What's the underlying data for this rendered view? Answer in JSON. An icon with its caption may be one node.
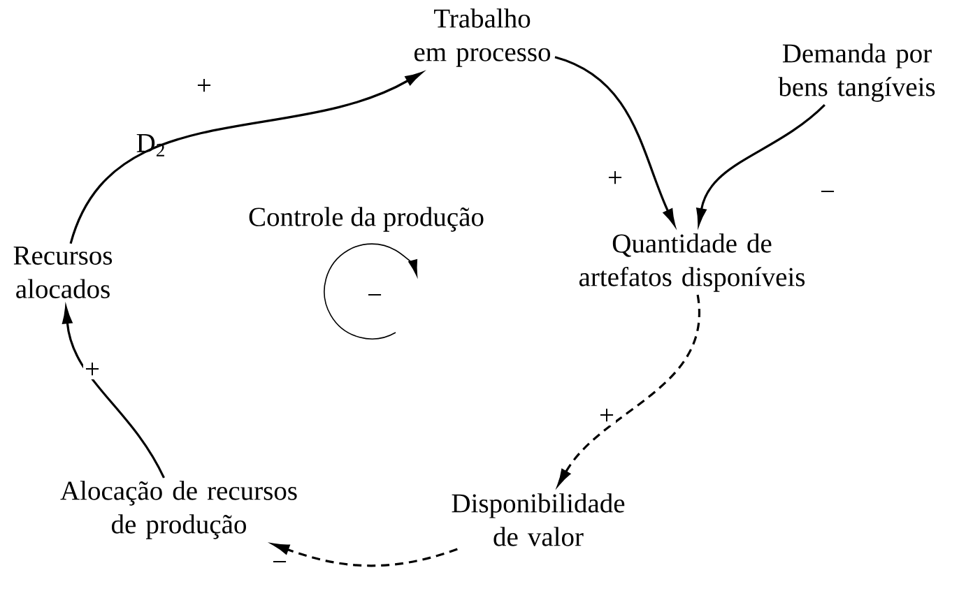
{
  "diagram": {
    "nodes": [
      {
        "text": [
          "Trabalho em processo"
        ]
      },
      {
        "text": [
          "Demanda por bens tangíveis"
        ]
      },
      {
        "text": [
          "Quantidade de artefatos disponíveis"
        ]
      },
      {
        "text": [
          "Disponibilidade de valor"
        ]
      },
      {
        "text": [
          "Alocação de recursos de produção"
        ]
      },
      {
        "text": [
          "Recursos alocados"
        ]
      }
    ],
    "edges": [
      {
        "from": 5,
        "to": 0,
        "arrow": "to",
        "label": "+"
      },
      {
        "from": 0,
        "to": 2,
        "arrow": "to",
        "label": "+"
      },
      {
        "from": 1,
        "to": 2,
        "arrow": "to",
        "label": "−"
      },
      {
        "from": 2,
        "to": 3,
        "arrow": "to",
        "label": "+",
        "style": "dashed"
      },
      {
        "from": 3,
        "to": 4,
        "arrow": "to",
        "label": "−",
        "style": "dashed"
      },
      {
        "from": 4,
        "to": 5,
        "arrow": "to",
        "label": "+"
      }
    ],
    "labels": [
      "D$_{2}$",
      "Controle da produção",
      "−"
    ]
  }
}
